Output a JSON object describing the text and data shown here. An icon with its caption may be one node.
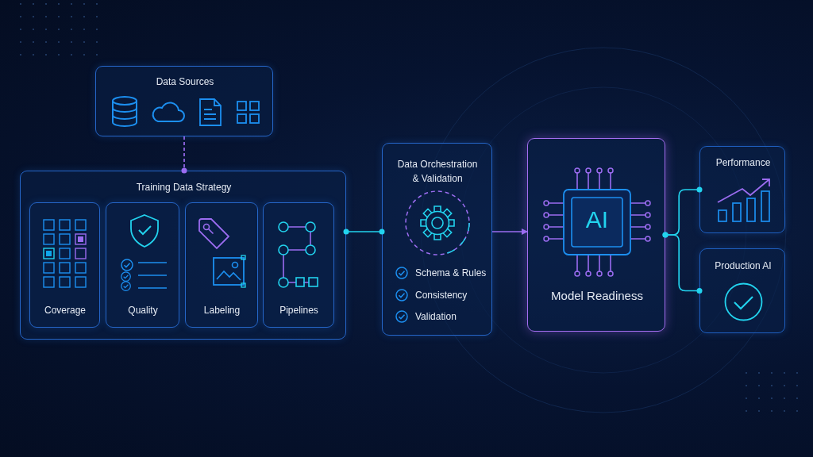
{
  "diagram": {
    "nodes": [
      {
        "text": [
          "Data Sources"
        ]
      },
      {
        "text": [
          "Training Data Strategy"
        ]
      },
      {
        "text": [
          "Coverage"
        ],
        "in": 1
      },
      {
        "text": [
          "Quality"
        ],
        "in": 1
      },
      {
        "text": [
          "Labeling"
        ],
        "in": 1
      },
      {
        "text": [
          "Pipelines"
        ],
        "in": 1
      },
      {
        "text": [
          "Data Orchestration & Validation",
          "Schema & Rules",
          "Consistency",
          "Validation"
        ]
      },
      {
        "text": [
          "AI",
          "Model Readiness"
        ]
      },
      {
        "text": [
          "Performance"
        ]
      },
      {
        "text": [
          "Production AI"
        ]
      }
    ],
    "edges": [
      {
        "from": 0,
        "to": 1,
        "arrow": "other",
        "style": "dashed",
        "color": "#9b6cf0"
      },
      {
        "from": 1,
        "to": 6,
        "arrow": "other"
      },
      {
        "from": 6,
        "to": 7,
        "arrow": "to",
        "color": "#9b6cf0"
      },
      {
        "from": 7,
        "to": 8,
        "arrow": "other"
      },
      {
        "from": 7,
        "to": 9,
        "arrow": "other"
      }
    ]
  }
}
